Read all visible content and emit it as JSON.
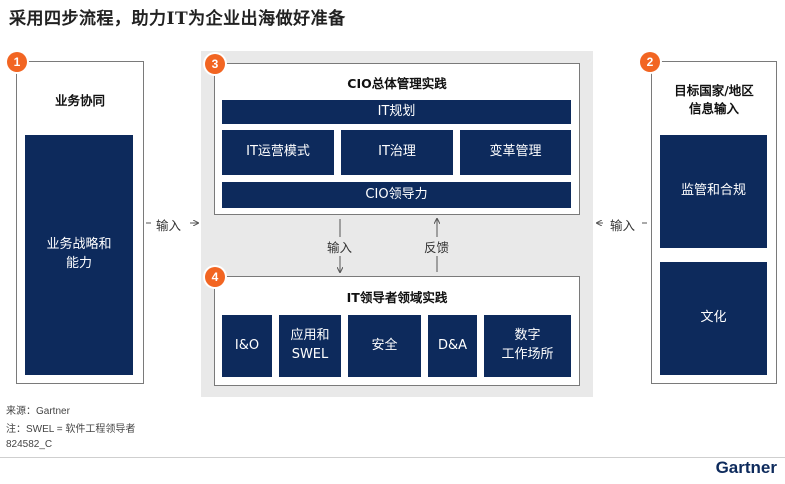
{
  "title": "采用四步流程，助力IT为企业出海做好准备",
  "sections": {
    "s1": {
      "num": "1",
      "title": "业务协同",
      "boxes": [
        "业务战略和\n能力"
      ]
    },
    "s2": {
      "num": "2",
      "title": "目标国家/地区\n信息输入",
      "boxes": [
        "监管和合规",
        "文化"
      ]
    },
    "s3": {
      "num": "3",
      "title": "CIO总体管理实践",
      "top": "IT规划",
      "middle": [
        "IT运营模式",
        "IT治理",
        "变革管理"
      ],
      "bottom": "CIO领导力"
    },
    "s4": {
      "num": "4",
      "title": "IT领导者领域实践",
      "boxes": [
        "I&O",
        "应用和\nSWEL",
        "安全",
        "D&A",
        "数字\n工作场所"
      ]
    }
  },
  "arrows": {
    "left": "输入",
    "right": "输入",
    "down": "输入",
    "up": "反馈"
  },
  "footnotes": {
    "source": "来源：Gartner",
    "note": "注：SWEL = 软件工程领导者",
    "id": "824582_C"
  },
  "logo": "Gartner",
  "colors": {
    "navy": "#0d2a5c",
    "badge": "#f26522",
    "gray": "#e9e9e9"
  }
}
